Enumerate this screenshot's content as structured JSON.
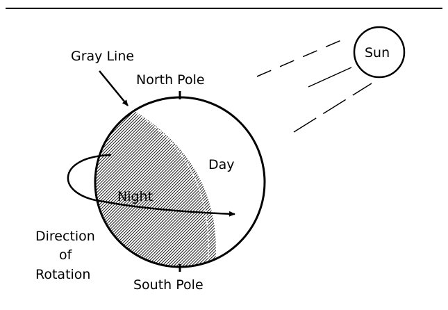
{
  "labels": {
    "gray_line": "Gray Line",
    "north_pole": "North Pole",
    "south_pole": "South Pole",
    "sun": "Sun",
    "day": "Day",
    "night": "Night",
    "direction_line1": "Direction",
    "direction_line2": "of",
    "direction_line3": "Rotation"
  },
  "colors": {
    "ink": "#000000",
    "night_shade": "#7a7a7a",
    "background": "#ffffff"
  }
}
